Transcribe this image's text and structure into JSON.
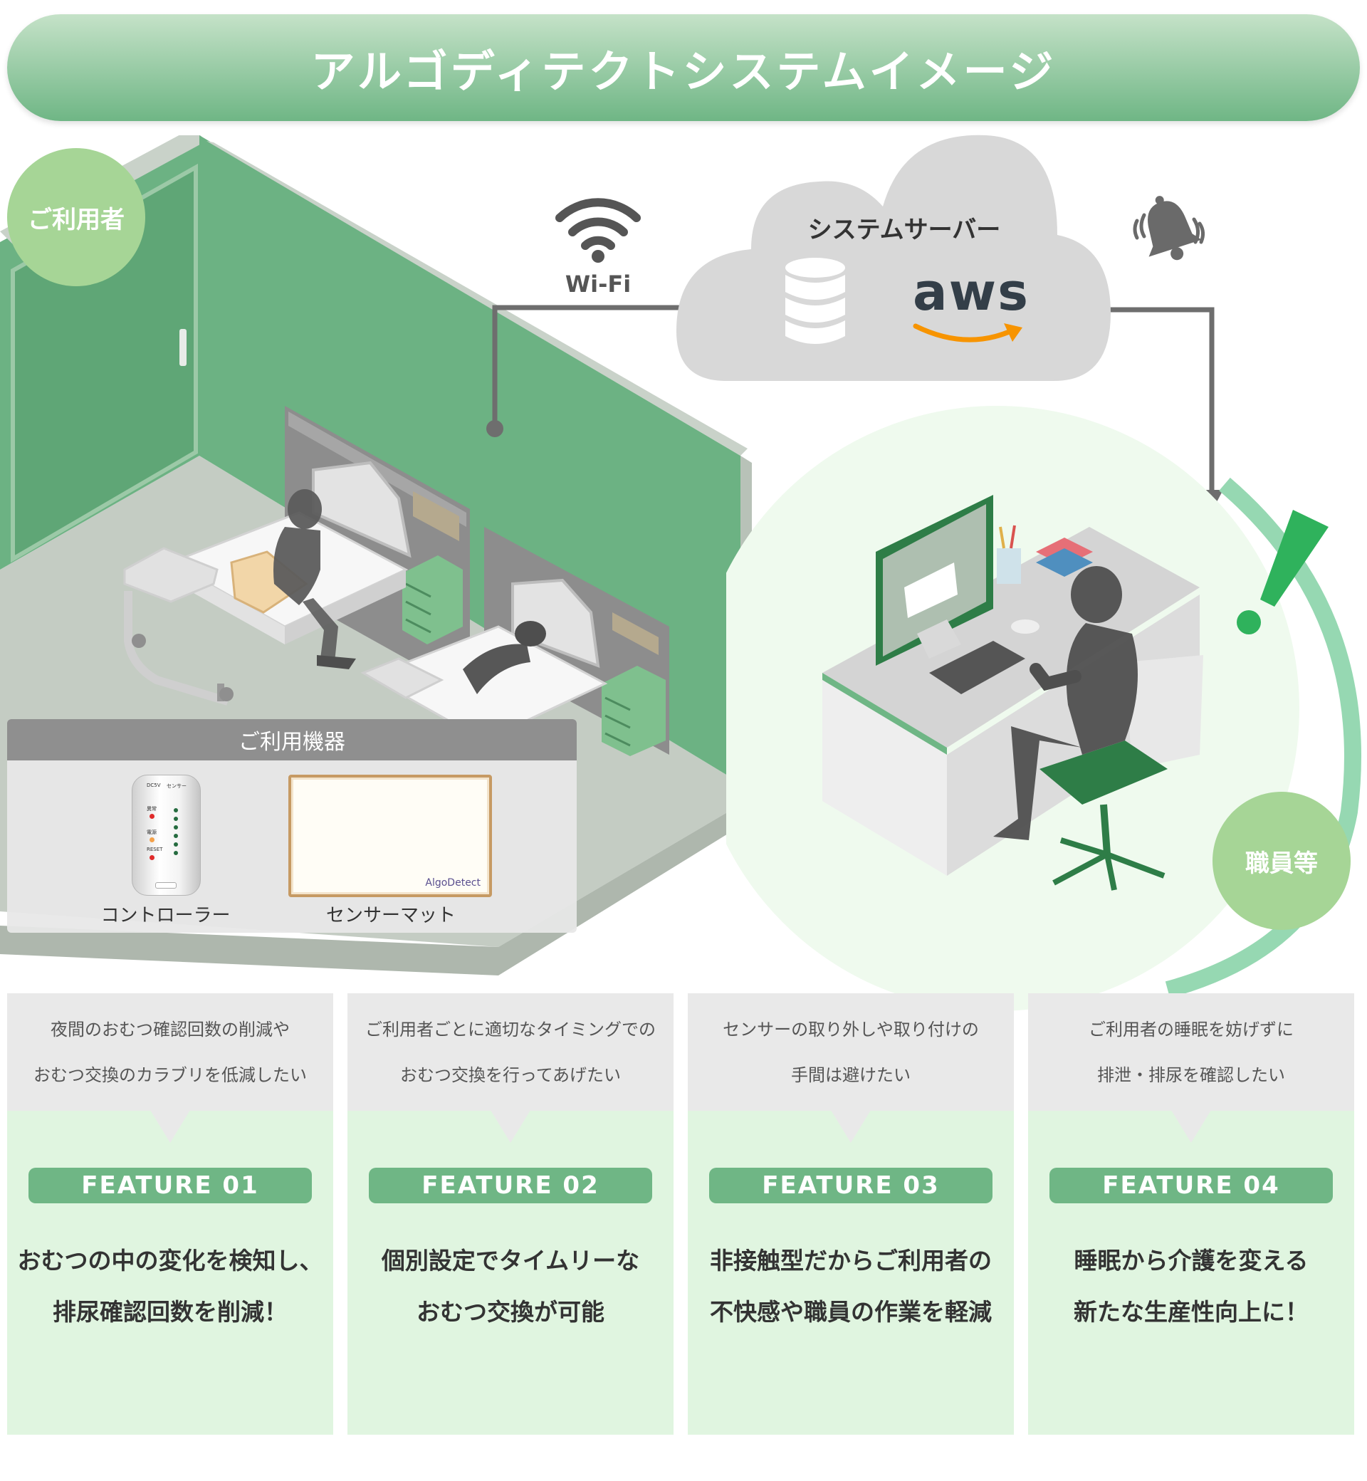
{
  "header": {
    "title": "アルゴディテクトシステムイメージ"
  },
  "badges": {
    "user": "ご利用者",
    "staff": "職員等"
  },
  "network": {
    "wifi_label": "Wi-Fi"
  },
  "cloud": {
    "server_label": "システムサーバー",
    "aws_logo_text": "aws"
  },
  "equipment": {
    "title": "ご利用機器",
    "items": [
      {
        "label": "コントローラー",
        "printed": [
          "DC5V",
          "センサー",
          "異常",
          "電源",
          "RESET"
        ]
      },
      {
        "label": "センサーマット",
        "brand": "AlgoDetect"
      }
    ]
  },
  "colors": {
    "brand_green": "#6fb685",
    "wall_green": "#6cb283",
    "badge_green": "#a6d596",
    "card_bg": "#e0f5e0",
    "card_top_bg": "#e9e9e9",
    "alert_green": "#2fb25c",
    "aws_orange": "#f79400"
  },
  "icons": [
    "wifi-icon",
    "database-icon",
    "aws-logo",
    "bell-icon",
    "exclamation-icon"
  ],
  "features": [
    {
      "problem": [
        "夜間のおむつ確認回数の削減や",
        "おむつ交換のカラブリを低減したい"
      ],
      "label": "FEATURE  01",
      "description": [
        "おむつの中の変化を検知し、",
        "排尿確認回数を削減！"
      ]
    },
    {
      "problem": [
        "ご利用者ごとに適切なタイミングでの",
        "おむつ交換を行ってあげたい"
      ],
      "label": "FEATURE  02",
      "description": [
        "個別設定でタイムリーな",
        "おむつ交換が可能"
      ]
    },
    {
      "problem": [
        "センサーの取り外しや取り付けの",
        "手間は避けたい"
      ],
      "label": "FEATURE  03",
      "description": [
        "非接触型だからご利用者の",
        "不快感や職員の作業を軽減"
      ]
    },
    {
      "problem": [
        "ご利用者の睡眠を妨げずに",
        "排泄・排尿を確認したい"
      ],
      "label": "FEATURE  04",
      "description": [
        "睡眠から介護を変える",
        "新たな生産性向上に！"
      ]
    }
  ]
}
